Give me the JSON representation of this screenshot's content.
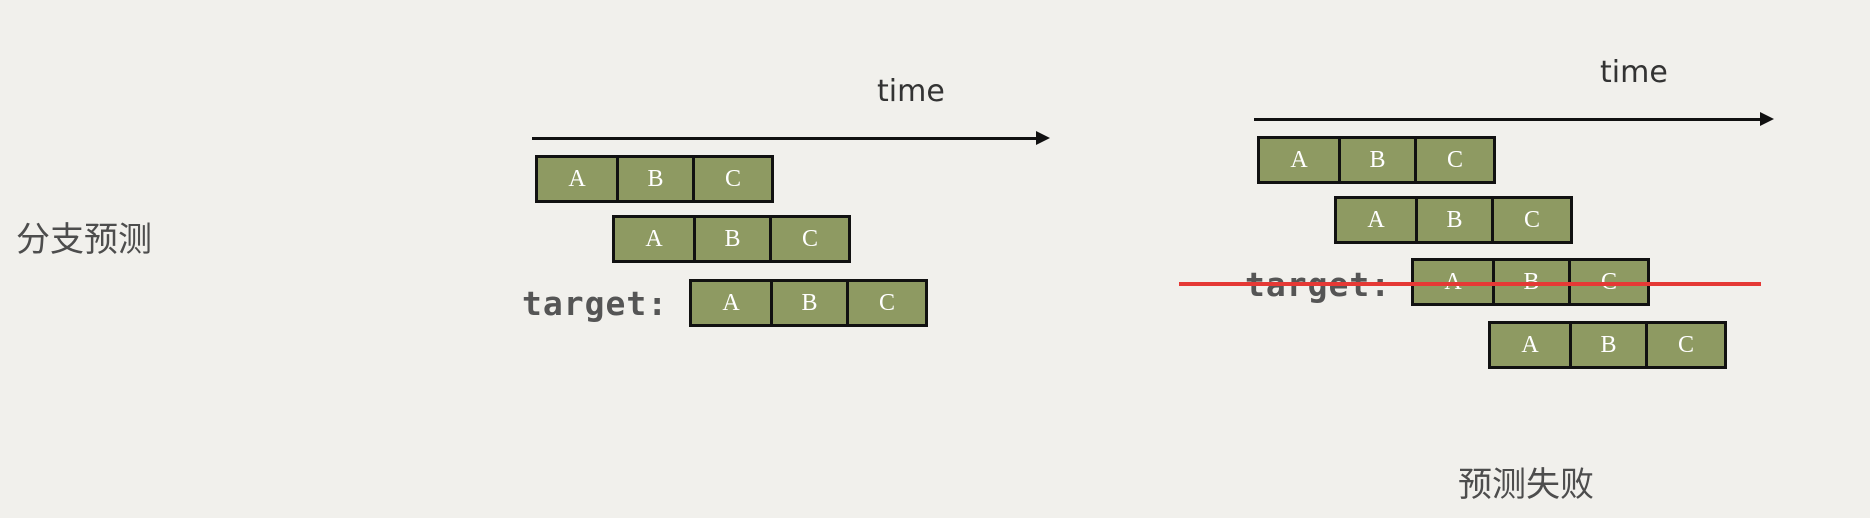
{
  "side_label": "分支预测",
  "left_diagram": {
    "time_label": "time",
    "target_label": "target:",
    "rows": [
      [
        "A",
        "B",
        "C"
      ],
      [
        "A",
        "B",
        "C"
      ],
      [
        "A",
        "B",
        "C"
      ]
    ]
  },
  "right_diagram": {
    "time_label": "time",
    "target_label": "target:",
    "rows": [
      [
        "A",
        "B",
        "C"
      ],
      [
        "A",
        "B",
        "C"
      ],
      [
        "A",
        "B",
        "C"
      ],
      [
        "A",
        "B",
        "C"
      ]
    ],
    "failure_label": "预测失败"
  },
  "colors": {
    "stage_fill": "#8e9a62",
    "stage_border": "#111111",
    "strike_line": "#e53935",
    "background": "#f1f0ec"
  }
}
